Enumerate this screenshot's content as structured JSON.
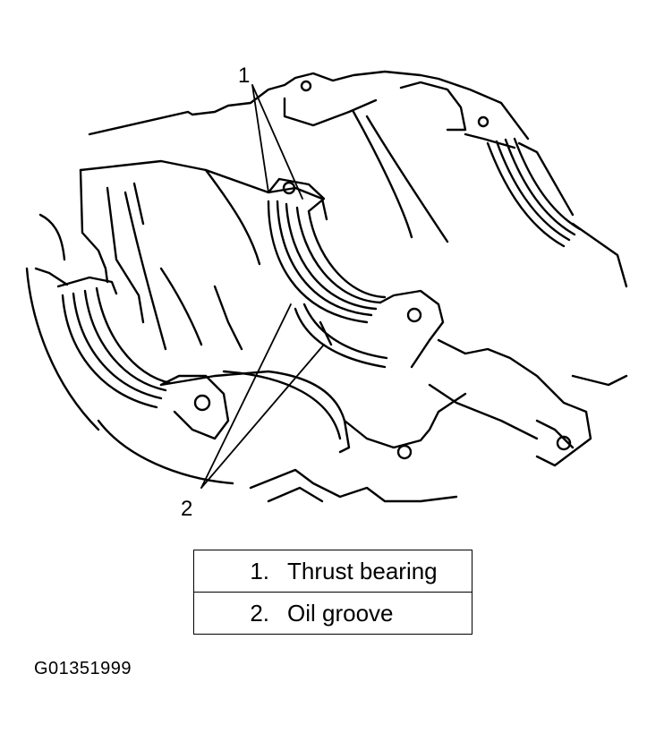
{
  "callouts": {
    "one": "1",
    "two": "2"
  },
  "legend": {
    "items": [
      {
        "number": "1.",
        "label": "Thrust bearing"
      },
      {
        "number": "2.",
        "label": "Oil groove"
      }
    ]
  },
  "figure_id": "G01351999",
  "colors": {
    "ink": "#000000",
    "paper": "#ffffff"
  }
}
